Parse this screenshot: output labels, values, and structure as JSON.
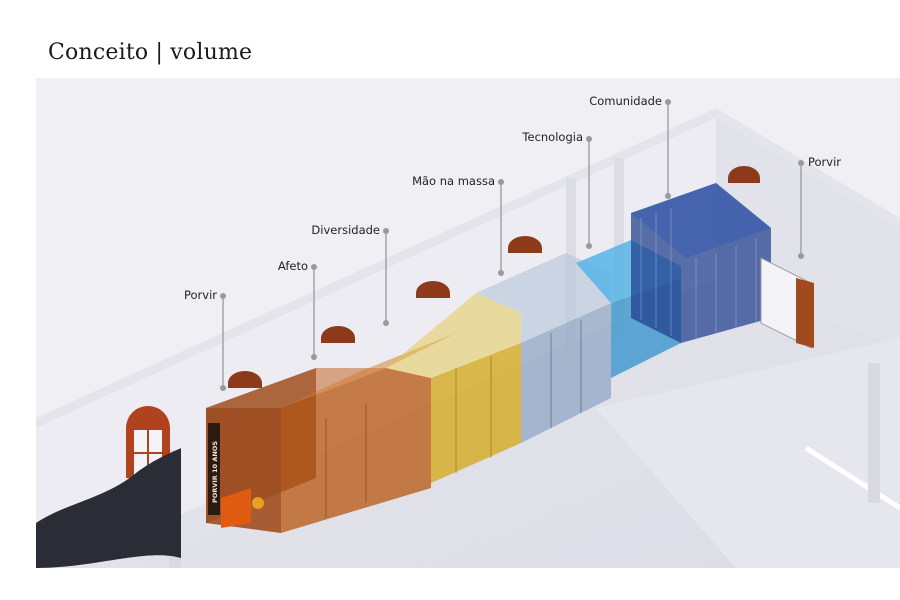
{
  "title": "Conceito | volume",
  "labels": {
    "porvir_left": "Porvir",
    "afeto": "Afeto",
    "diversidade": "Diversidade",
    "mao_na_massa": "Mão na massa",
    "tecnologia": "Tecnologia",
    "comunidade": "Comunidade",
    "porvir_right": "Porvir"
  },
  "banner_text": "PORVIR 10 ANOS",
  "colors": {
    "afeto": "#b8560e",
    "diversidade": "#d4a613",
    "mao_na_massa": "#8aa2c0",
    "tecnologia": "#2f8fca",
    "comunidade": "#1f3d8c",
    "porvir": "#a04a1e",
    "leader": "#9a9a9a"
  }
}
